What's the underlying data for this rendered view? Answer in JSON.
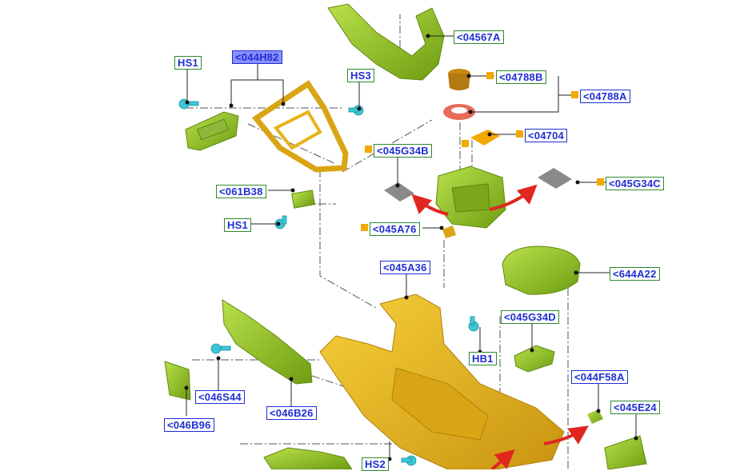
{
  "diagram": {
    "labels": {
      "l_04567A": "<04567A",
      "l_044H82": "<044H82",
      "l_HS1_top": "HS1",
      "l_HS3": "HS3",
      "l_04788B": "<04788B",
      "l_04788A": "<04788A",
      "l_04704": "<04704",
      "l_045G34B": "<045G34B",
      "l_045G34C": "<045G34C",
      "l_061B38": "<061B38",
      "l_HS1_mid": "HS1",
      "l_045A76": "<045A76",
      "l_045A36": "<045A36",
      "l_644A22": "<644A22",
      "l_045G34D": "<045G34D",
      "l_HB1": "HB1",
      "l_044F58A": "<044F58A",
      "l_045E24": "<045E24",
      "l_046S44": "<046S44",
      "l_046B26": "<046B26",
      "l_046B96": "<046B96",
      "l_HS2": "HS2"
    },
    "colors": {
      "label_text": "#1f2fd6",
      "blue_frame": "#1f2fd6",
      "green_frame": "#2f8a2f",
      "highlight_fill": "#8a8fff",
      "marker_square": "#f2a900",
      "part_lime": "#8cc21f",
      "part_gold": "#e8b21a",
      "fastener_cyan": "#3cc7d6",
      "arrow_red": "#e0261f"
    }
  }
}
